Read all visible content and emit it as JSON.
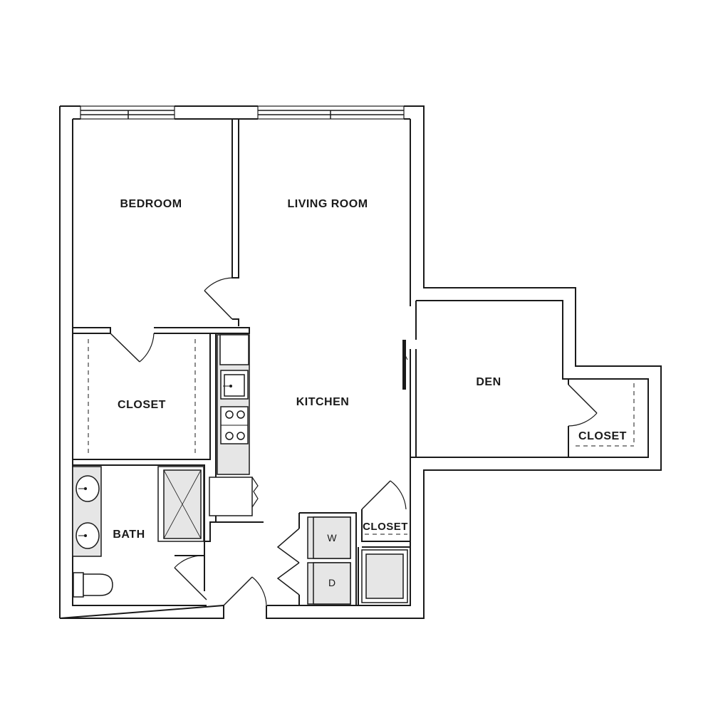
{
  "rooms": {
    "bedroom": "BEDROOM",
    "living_room": "LIVING ROOM",
    "closet_bedroom": "CLOSET",
    "kitchen": "KITCHEN",
    "den": "DEN",
    "closet_den": "CLOSET",
    "bath": "BATH",
    "closet_hall": "CLOSET"
  },
  "appliances": {
    "washer": "W",
    "dryer": "D"
  },
  "colors": {
    "wall": "#1a1a1a",
    "fixture_fill": "#e6e6e6",
    "background": "#ffffff"
  }
}
